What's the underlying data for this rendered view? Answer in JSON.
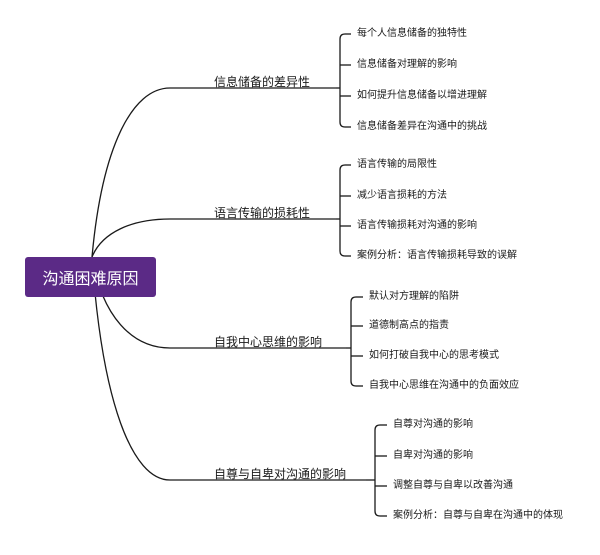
{
  "root": {
    "label": "沟通困难原因"
  },
  "branches": [
    {
      "label": "信息储备的差异性",
      "leaves": [
        "每个人信息储备的独特性",
        "信息储备对理解的影响",
        "如何提升信息储备以增进理解",
        "信息储备差异在沟通中的挑战"
      ]
    },
    {
      "label": "语言传输的损耗性",
      "leaves": [
        "语言传输的局限性",
        "减少语言损耗的方法",
        "语言传输损耗对沟通的影响",
        "案例分析：语言传输损耗导致的误解"
      ]
    },
    {
      "label": "自我中心思维的影响",
      "leaves": [
        "默认对方理解的陷阱",
        "道德制高点的指责",
        "如何打破自我中心的思考模式",
        "自我中心思维在沟通中的负面效应"
      ]
    },
    {
      "label": "自尊与自卑对沟通的影响",
      "leaves": [
        "自尊对沟通的影响",
        "自卑对沟通的影响",
        "调整自尊与自卑以改善沟通",
        "案例分析：自尊与自卑在沟通中的体现"
      ]
    }
  ]
}
